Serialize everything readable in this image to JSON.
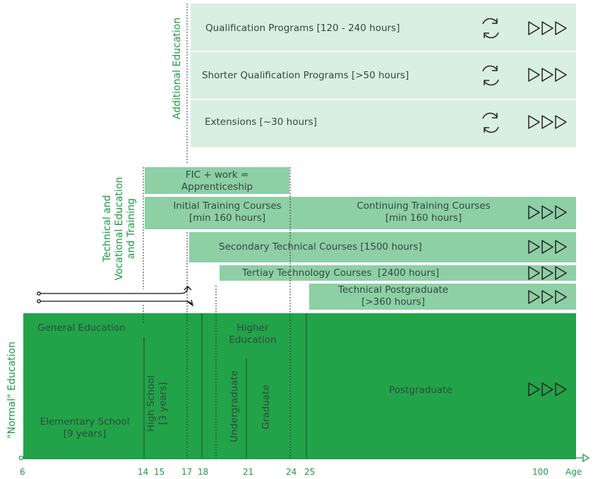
{
  "additional_education": {
    "category_label": "Additional Education",
    "rows": [
      {
        "label": "Qualification Programs [120 - 240 hours]"
      },
      {
        "label": "Shorter Qualification Programs [>50 hours]"
      },
      {
        "label": "Extensions [~30 hours]"
      }
    ]
  },
  "tvet": {
    "category_label_lines": [
      "Technical and",
      "Vocational Education",
      "and Training"
    ],
    "fic_lines": [
      "FIC + work =",
      "Apprenticeship"
    ],
    "initial_lines": [
      "Initial Training Courses",
      "[min 160 hours]"
    ],
    "continuing_lines": [
      "Continuing Training Courses",
      "[min 160 hours]"
    ],
    "secondary": "Secondary Technical Courses [1500 hours]",
    "tertiary": "Tertiay Technology Courses  [2400 hours]",
    "postgrad_lines": [
      "Technical Postgraduate",
      "[>360 hours]"
    ]
  },
  "normal_education": {
    "category_label": "\"Normal\" Education",
    "general": "General Education",
    "elementary_lines": [
      "Elementary School",
      "[9 years]"
    ],
    "high_school_lines": [
      "High School",
      "[3 years]"
    ],
    "higher_lines": [
      "Higher",
      "Education"
    ],
    "undergraduate": "Undergraduate",
    "graduate": "Graduate",
    "postgraduate": "Postgraduate"
  },
  "axis": {
    "ticks": [
      "6",
      "14",
      "15",
      "17",
      "18",
      "21",
      "24",
      "25",
      "100"
    ],
    "label": "Age"
  },
  "colors": {
    "light_green": "#d9efe1",
    "mid_green": "#8ecfa6",
    "dark_green": "#22a349",
    "text_green": "#1e9a43"
  },
  "icons": {
    "refresh": "refresh-icon",
    "continue": "triple-play-icon"
  }
}
